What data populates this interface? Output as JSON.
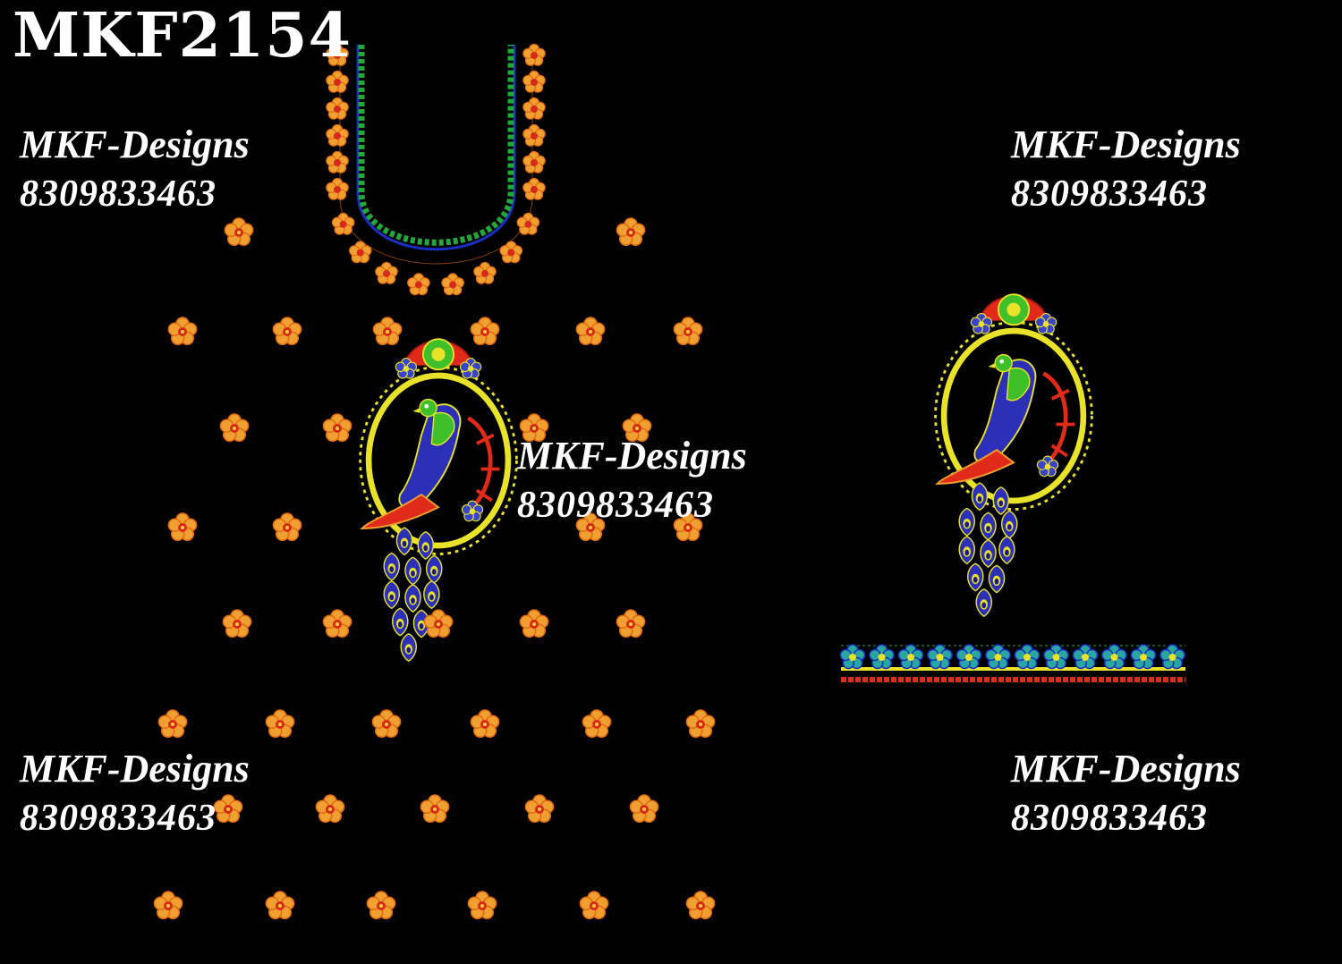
{
  "design_code": "MKF2154",
  "watermarks": [
    {
      "brand": "MKF-Designs",
      "phone": "8309833463"
    },
    {
      "brand": "MKF-Designs",
      "phone": "8309833463"
    },
    {
      "brand": "MKF-Designs",
      "phone": "8309833463"
    },
    {
      "brand": "MKF-Designs",
      "phone": "8309833463"
    },
    {
      "brand": "MKF-Designs",
      "phone": "8309833463"
    }
  ],
  "colors": {
    "background": "#000000",
    "flower_petal": "#f0a030",
    "flower_center": "#d62a1a",
    "neck_green": "#22a83a",
    "neck_blue": "#1a2fbf",
    "peacock_blue": "#2c2fb8",
    "peacock_green": "#3fbf2a",
    "ring_yellow": "#e8e22a",
    "accent_red": "#e02a1a",
    "border_teal": "#2aa6a0",
    "text": "#ffffff"
  },
  "icons": [
    "motif-flower",
    "peacock-medallion",
    "neckline-arc",
    "border-band"
  ]
}
